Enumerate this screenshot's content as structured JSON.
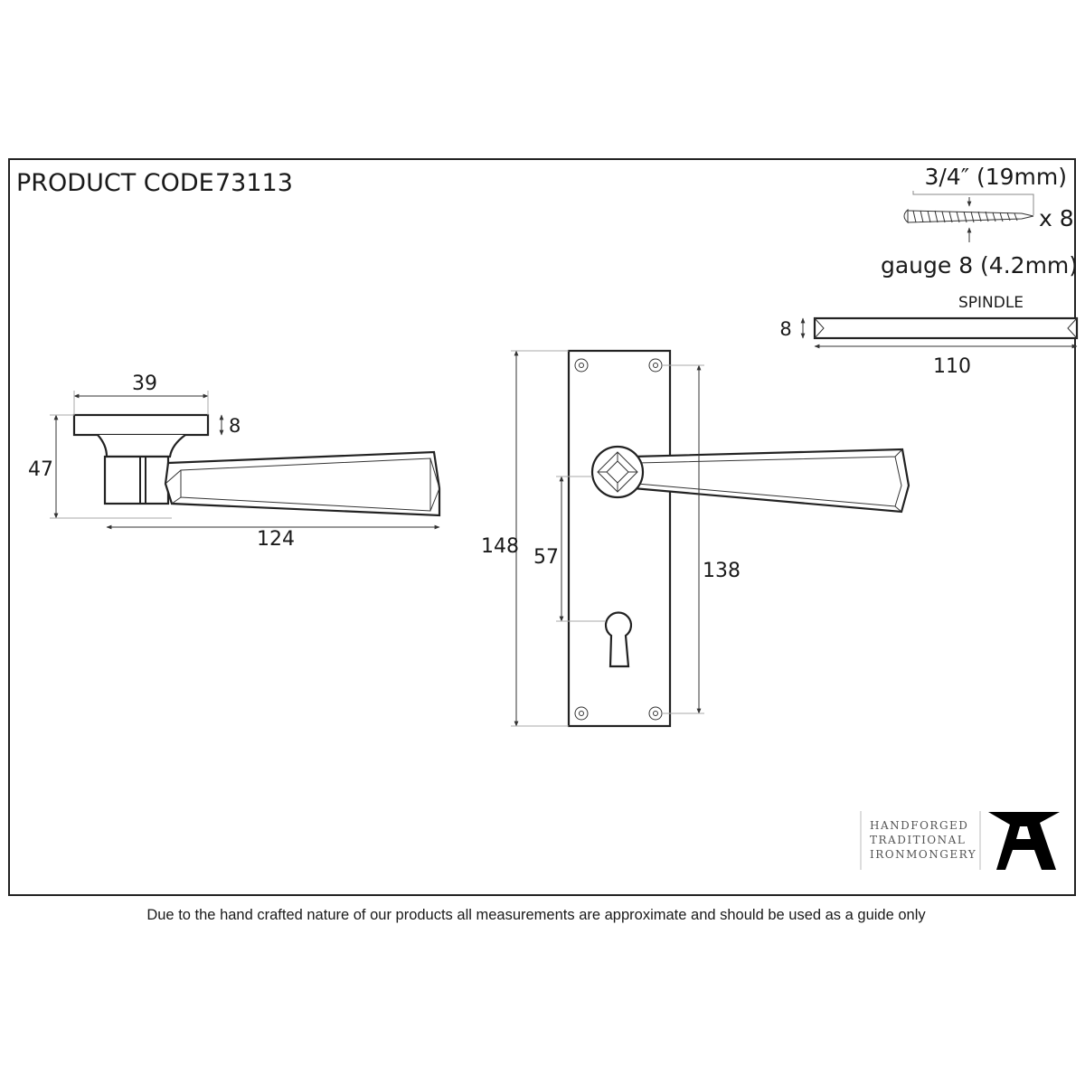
{
  "header": {
    "product_code_label": "PRODUCT CODE",
    "product_code": "73113"
  },
  "screws": {
    "length": "3/4″ (19mm)",
    "quantity": "x 8",
    "gauge": "gauge 8 (4.2mm)"
  },
  "spindle": {
    "label": "SPINDLE",
    "thickness": "8",
    "length": "110"
  },
  "side_view": {
    "rose_diameter": "39",
    "rose_thickness": "8",
    "height": "47",
    "lever_length": "124"
  },
  "front_view": {
    "plate_height": "148",
    "spindle_to_keyhole": "57",
    "fixing_centres": "138"
  },
  "logo": {
    "lines": [
      "HANDFORGED",
      "TRADITIONAL",
      "IRONMONGERY"
    ],
    "icon": "anvil-icon"
  },
  "footer": {
    "disclaimer": "Due to the hand crafted nature of our products all measurements are approximate and should be used as a guide only"
  }
}
